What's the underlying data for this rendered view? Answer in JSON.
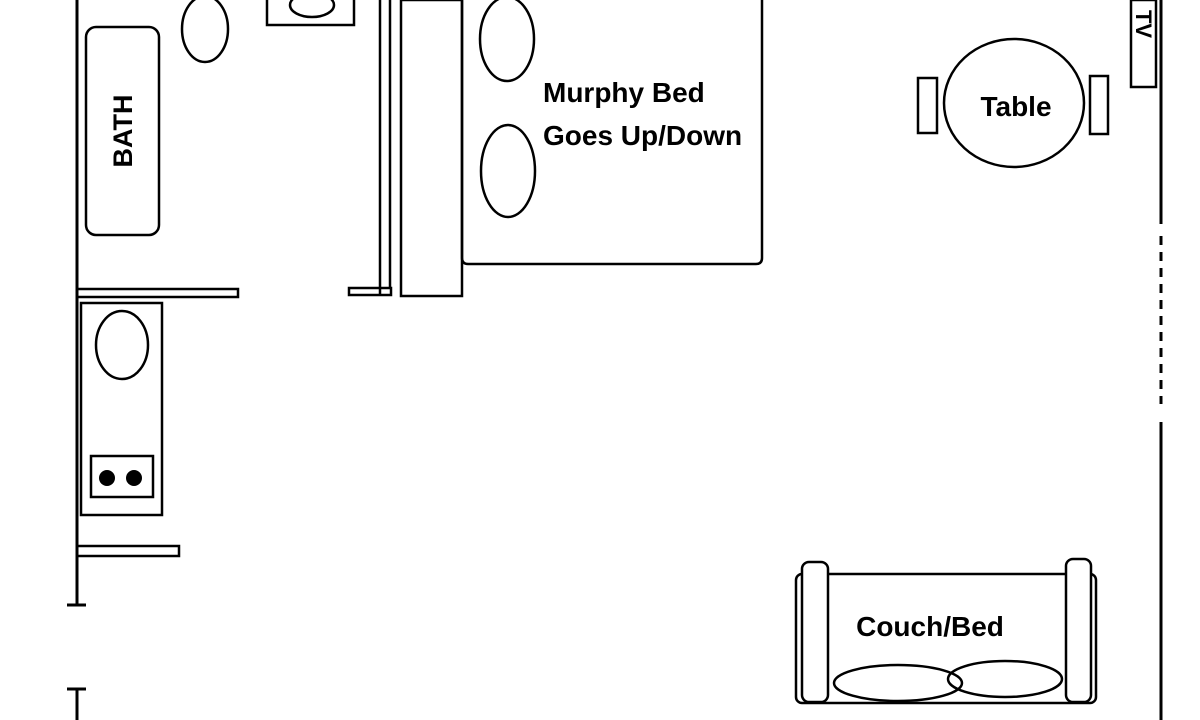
{
  "labels": {
    "bath": "BATH",
    "murphy_line1": "Murphy Bed",
    "murphy_line2": "Goes Up/Down",
    "table": "Table",
    "tv": "TV",
    "couch": "Couch/Bed"
  },
  "colors": {
    "stroke": "#000000",
    "background": "#ffffff"
  }
}
